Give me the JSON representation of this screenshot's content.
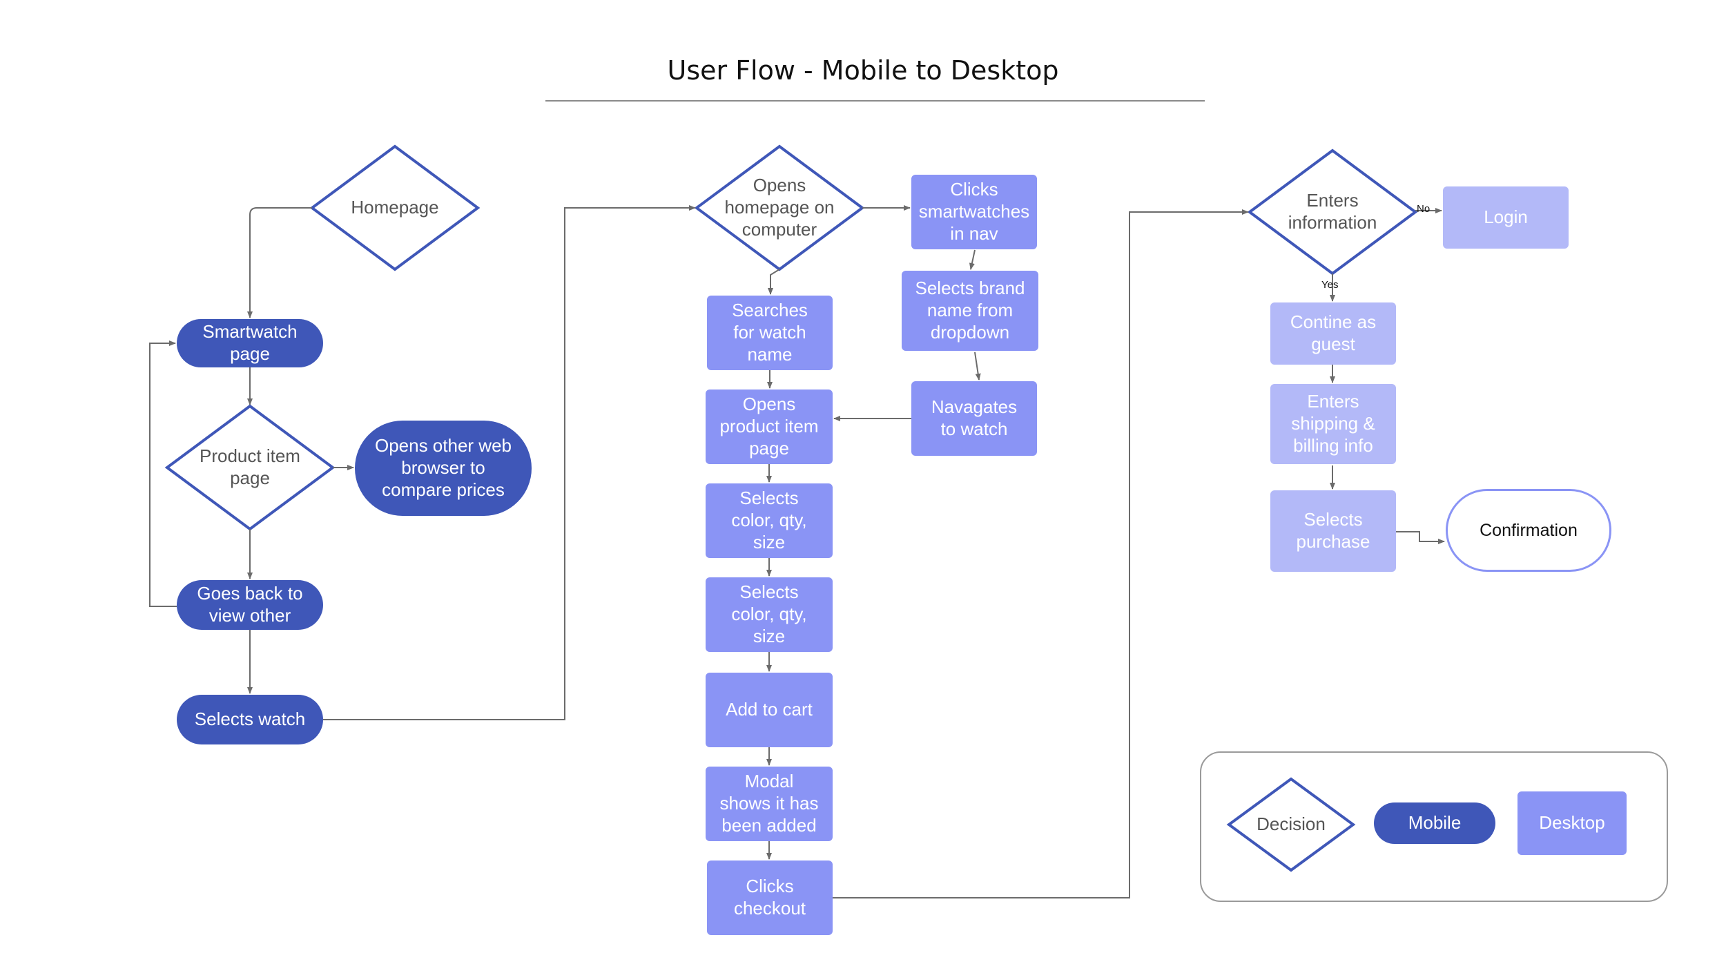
{
  "title": "User Flow - Mobile to Desktop",
  "colors": {
    "mobile": "#3f57b8",
    "desktop": "#8a94f5",
    "desktop_light": "#b3b9f8",
    "decision_stroke": "#3f57b8",
    "connector": "#6b6b6b"
  },
  "nodes": {
    "homepage": "Homepage",
    "smartwatch_page": "Smartwatch\npage",
    "product_item_decision": "Product item\npage",
    "opens_other_browser": "Opens other web\nbrowser to\ncompare prices",
    "goes_back": "Goes back to\nview other",
    "selects_watch": "Selects watch",
    "opens_homepage_computer": "Opens\nhomepage on\ncomputer",
    "clicks_smartwatches_nav": "Clicks\nsmartwatches\nin nav",
    "selects_brand": "Selects brand\nname from\ndropdown",
    "navigates_to_watch": "Navagates\nto watch",
    "searches_watch": "Searches\nfor watch\nname",
    "opens_product_item": "Opens\nproduct item\npage",
    "selects_color_1": "Selects\ncolor, qty,\nsize",
    "selects_color_2": "Selects\ncolor, qty,\nsize",
    "add_to_cart": "Add to cart",
    "modal_added": "Modal\nshows it has\nbeen added",
    "clicks_checkout": "Clicks\ncheckout",
    "enters_information": "Enters\ninformation",
    "login": "Login",
    "continue_guest": "Contine as\nguest",
    "enters_shipping": "Enters\nshipping &\nbilling info",
    "selects_purchase": "Selects\npurchase",
    "confirmation": "Confirmation"
  },
  "edge_labels": {
    "no": "No",
    "yes": "Yes"
  },
  "legend": {
    "decision": "Decision",
    "mobile": "Mobile",
    "desktop": "Desktop"
  }
}
